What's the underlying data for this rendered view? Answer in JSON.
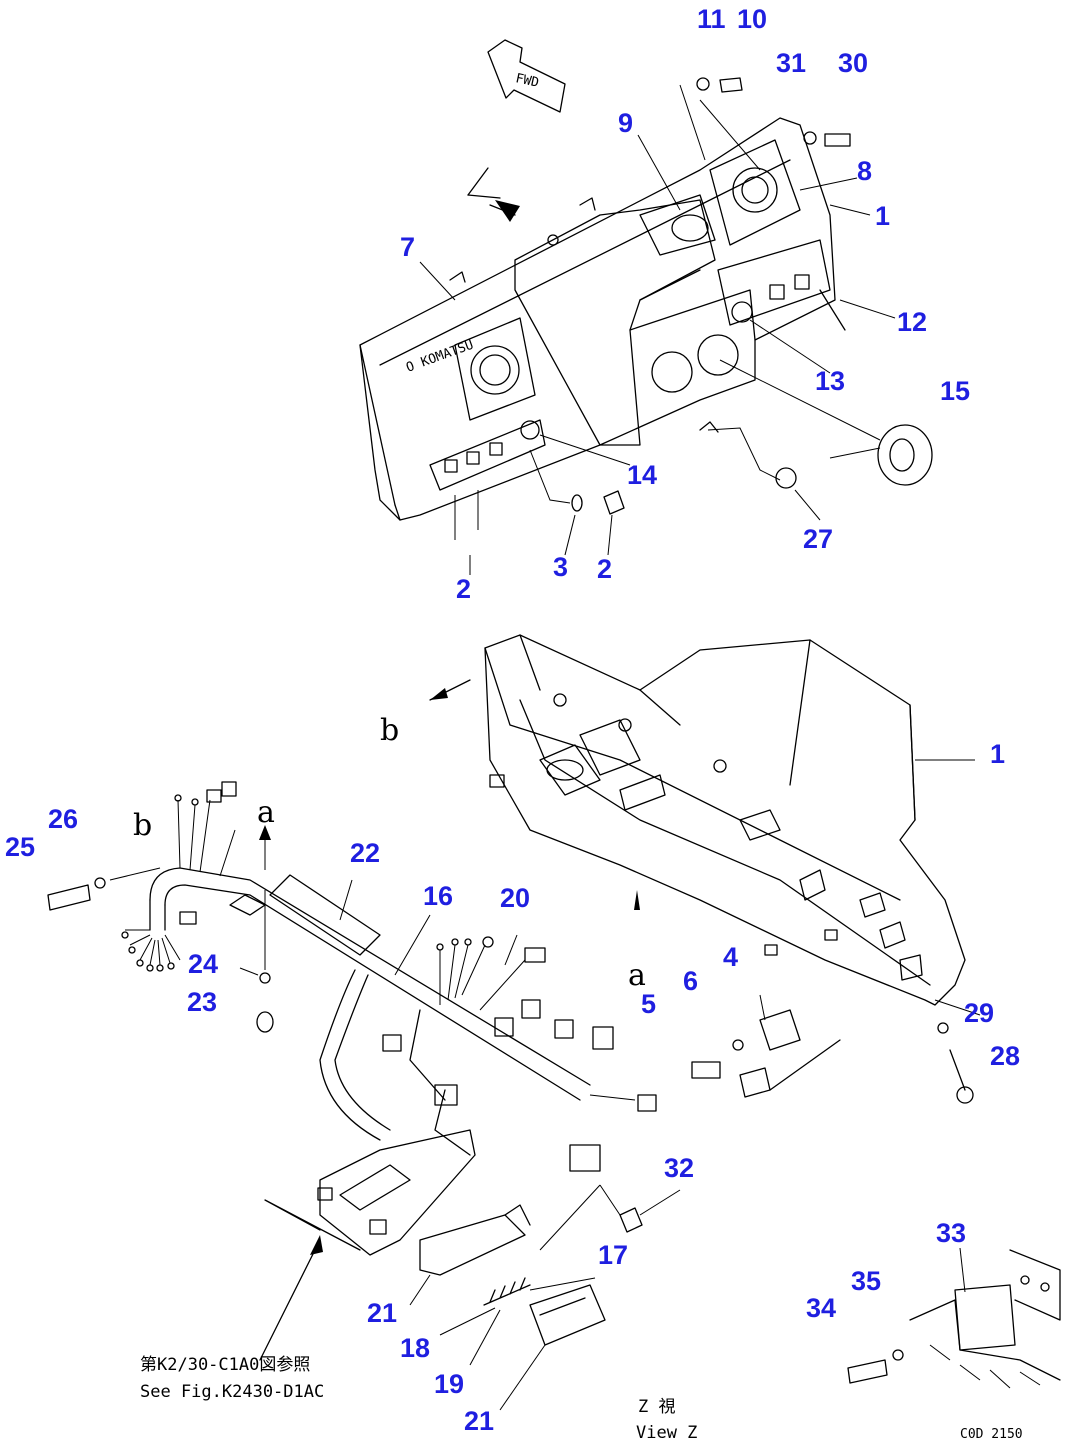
{
  "diagram": {
    "fwd_label": "FWD",
    "view_letter_z": "Z",
    "view_marks": {
      "a_top": "a",
      "a_side": "a",
      "b_left": "b",
      "b_top": "b"
    },
    "reference_note": {
      "line1": "第K2/30-C1A0図参照",
      "line2": "See Fig.K2430-D1AC"
    },
    "view_caption": {
      "jp": "Z 視",
      "en": "View Z"
    },
    "drawing_code": "C0D 2150",
    "callouts": {
      "c1a": "1",
      "c1b": "1",
      "c2a": "2",
      "c2b": "2",
      "c3": "3",
      "c4": "4",
      "c5": "5",
      "c6": "6",
      "c7": "7",
      "c8": "8",
      "c9": "9",
      "c10": "10",
      "c11": "11",
      "c12": "12",
      "c13": "13",
      "c14": "14",
      "c15": "15",
      "c16": "16",
      "c17": "17",
      "c18": "18",
      "c19": "19",
      "c20": "20",
      "c21a": "21",
      "c21b": "21",
      "c22": "22",
      "c23": "23",
      "c24": "24",
      "c25": "25",
      "c26": "26",
      "c27": "27",
      "c28": "28",
      "c29": "29",
      "c30": "30",
      "c31": "31",
      "c32": "32",
      "c33": "33",
      "c34": "34",
      "c35": "35"
    }
  }
}
